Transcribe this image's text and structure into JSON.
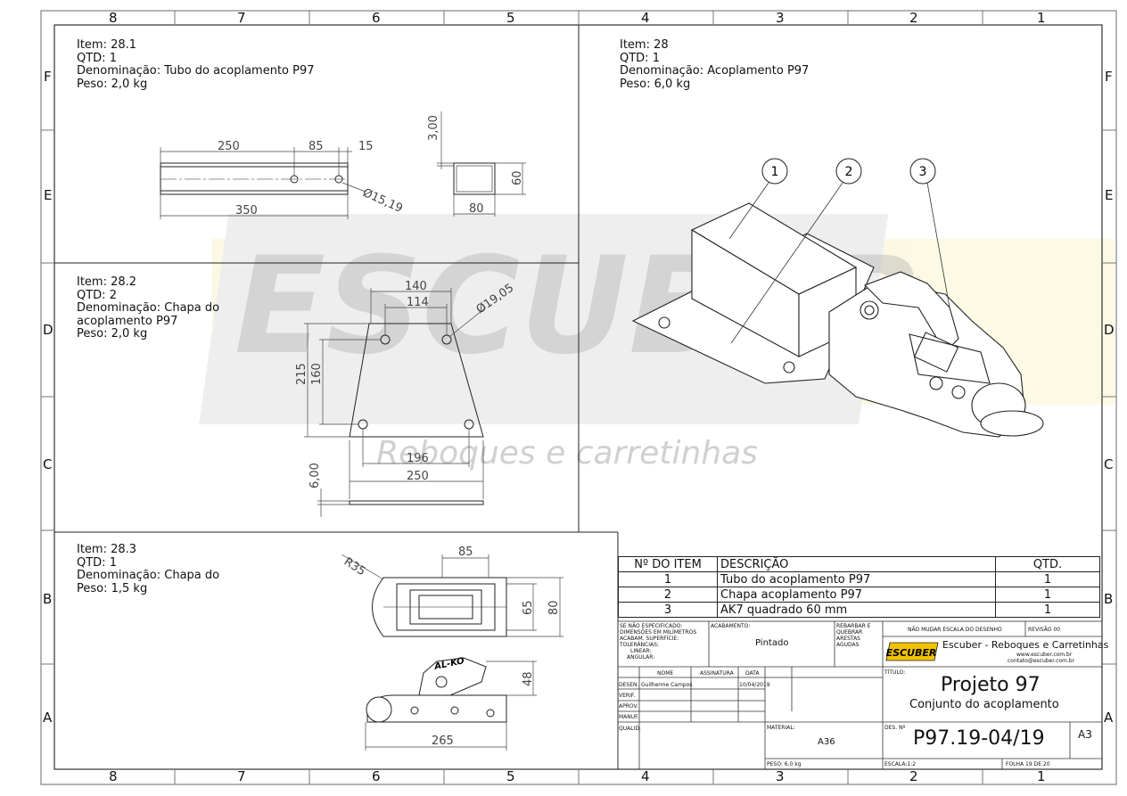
{
  "border": {
    "cols": [
      "8",
      "7",
      "6",
      "5",
      "4",
      "3",
      "2",
      "1"
    ],
    "rows": [
      "F",
      "E",
      "D",
      "C",
      "B",
      "A"
    ]
  },
  "item281": {
    "item": "Item: 28.1",
    "qtd": "QTD: 1",
    "denom": "Denominação: Tubo do acoplamento P97",
    "peso": "Peso: 2,0 kg",
    "dims": {
      "d250": "250",
      "d85": "85",
      "d15": "15",
      "d350": "350",
      "dia": "Ø15,19",
      "d300": "3,00",
      "d60": "60",
      "d80": "80"
    }
  },
  "item28": {
    "item": "Item: 28",
    "qtd": "QTD: 1",
    "denom": "Denominação: Acoplamento P97",
    "peso": "Peso: 6,0 kg",
    "balloons": [
      "1",
      "2",
      "3"
    ]
  },
  "item282": {
    "item": "Item: 28.2",
    "qtd": "QTD: 2",
    "denom1": "Denominação: Chapa do",
    "denom2": "acoplamento P97",
    "peso": "Peso: 2,0 kg",
    "dims": {
      "d140": "140",
      "d114": "114",
      "dia": "Ø19,05",
      "d215": "215",
      "d160": "160",
      "d196": "196",
      "d250": "250",
      "d600": "6,00"
    }
  },
  "item283": {
    "item": "Item: 28.3",
    "qtd": "QTD: 1",
    "denom": "Denominação: Chapa do",
    "peso": "Peso: 1,5 kg",
    "dims": {
      "r35": "R35",
      "d85": "85",
      "d65": "65",
      "d80": "80",
      "d48": "48",
      "d265": "265"
    },
    "brand": "AL-KO"
  },
  "watermark": {
    "brand": "ESCUBER",
    "slogan": "Reboques e carretinhas"
  },
  "bom": {
    "headers": [
      "Nº DO ITEM",
      "DESCRIÇÃO",
      "QTD."
    ],
    "rows": [
      {
        "n": "1",
        "desc": "Tubo do acoplamento P97",
        "qtd": "1"
      },
      {
        "n": "2",
        "desc": "Chapa acoplamento P97",
        "qtd": "1"
      },
      {
        "n": "3",
        "desc": "AK7 quadrado 60 mm",
        "qtd": "1"
      }
    ]
  },
  "titleblock": {
    "spec1": "SE NÃO ESPECIFICADO:",
    "spec2": "DIMENSÕES EM MILÍMETROS",
    "spec3": "ACABAM. SUPERFÍCIE:",
    "spec4": "TOLERÂNCIAS:",
    "spec5": "LINEAR:",
    "spec6": "ANGULAR:",
    "acab_label": "ACABAMENTO:",
    "acab_value": "Pintado",
    "rebarbar1": "REBARBAR E",
    "rebarbar2": "QUEBRAR",
    "rebarbar3": "ARESTAS",
    "rebarbar4": "AGUDAS",
    "nao_mudar": "NÃO MUDAR ESCALA DO DESENHO",
    "revisao": "REVISÃO 00",
    "logo": "ESCUBER",
    "company": "Escuber - Reboques e Carretinhas",
    "site": "www.escuber.com.br",
    "email": "contato@escuber.com.br",
    "col_nome": "NOME",
    "col_assin": "ASSINATURA",
    "col_data": "DATA",
    "r_desen": "DESEN.",
    "desen_nome": "Guilherme Campos",
    "desen_data": "10/04/2019",
    "r_verif": "VERIF.",
    "r_aprov": "APROV.",
    "r_manuf": "MANUF.",
    "r_qual": "QUALID.",
    "titulo_label": "TÍTULO:",
    "title": "Projeto 97",
    "subtitle": "Conjunto do acoplamento",
    "material_label": "MATERIAL:",
    "material": "A36",
    "des_label": "DES. Nº",
    "des_no": "P97.19-04/19",
    "size": "A3",
    "peso": "PESO: 6,0 kg",
    "escala": "ESCALA:1:2",
    "folha": "FOLHA 19 DE 20"
  }
}
